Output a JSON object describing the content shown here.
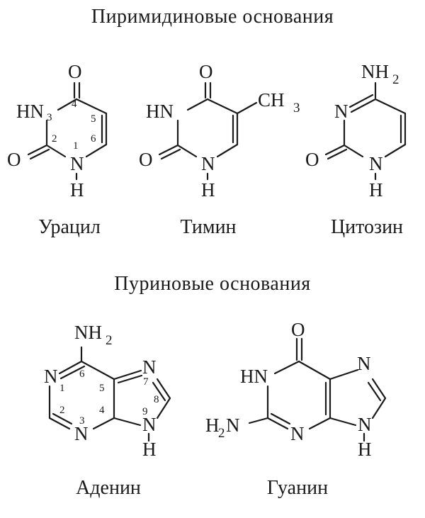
{
  "headings": {
    "pyrimidines": "Пиримидиновые основания",
    "purines": "Пуриновые основания"
  },
  "molecules": {
    "uracil": {
      "name": "Урацил",
      "atoms": {
        "o4": "O",
        "hn3": "HN",
        "n1": "N",
        "h1": "H",
        "o2": "O"
      },
      "numbers": {
        "n1": "1",
        "n2": "2",
        "n3": "3",
        "n4": "4",
        "n5": "5",
        "n6": "6"
      }
    },
    "thymine": {
      "name": "Тимин",
      "atoms": {
        "o4": "O",
        "hn3": "HN",
        "n1": "N",
        "h1": "H",
        "o2": "O",
        "ch3": "CH",
        "ch3_sub": "3"
      }
    },
    "cytosine": {
      "name": "Цитозин",
      "atoms": {
        "nh2": "NH",
        "nh2_sub": "2",
        "n3": "N",
        "n1": "N",
        "h1": "H",
        "o2": "O"
      }
    },
    "adenine": {
      "name": "Аденин",
      "atoms": {
        "nh2": "NH",
        "nh2_sub": "2",
        "n1": "N",
        "n3": "N",
        "n7": "N",
        "n9": "N",
        "h9": "H"
      },
      "numbers": {
        "n1": "1",
        "n2": "2",
        "n3": "3",
        "n4": "4",
        "n5": "5",
        "n6": "6",
        "n7": "7",
        "n8": "8",
        "n9": "9"
      }
    },
    "guanine": {
      "name": "Гуанин",
      "atoms": {
        "o6": "O",
        "hn1": "HN",
        "h2n": "H",
        "h2n_sub": "2",
        "h2n_n": "N",
        "n3": "N",
        "n7": "N",
        "n9": "N",
        "h9": "H"
      }
    }
  }
}
